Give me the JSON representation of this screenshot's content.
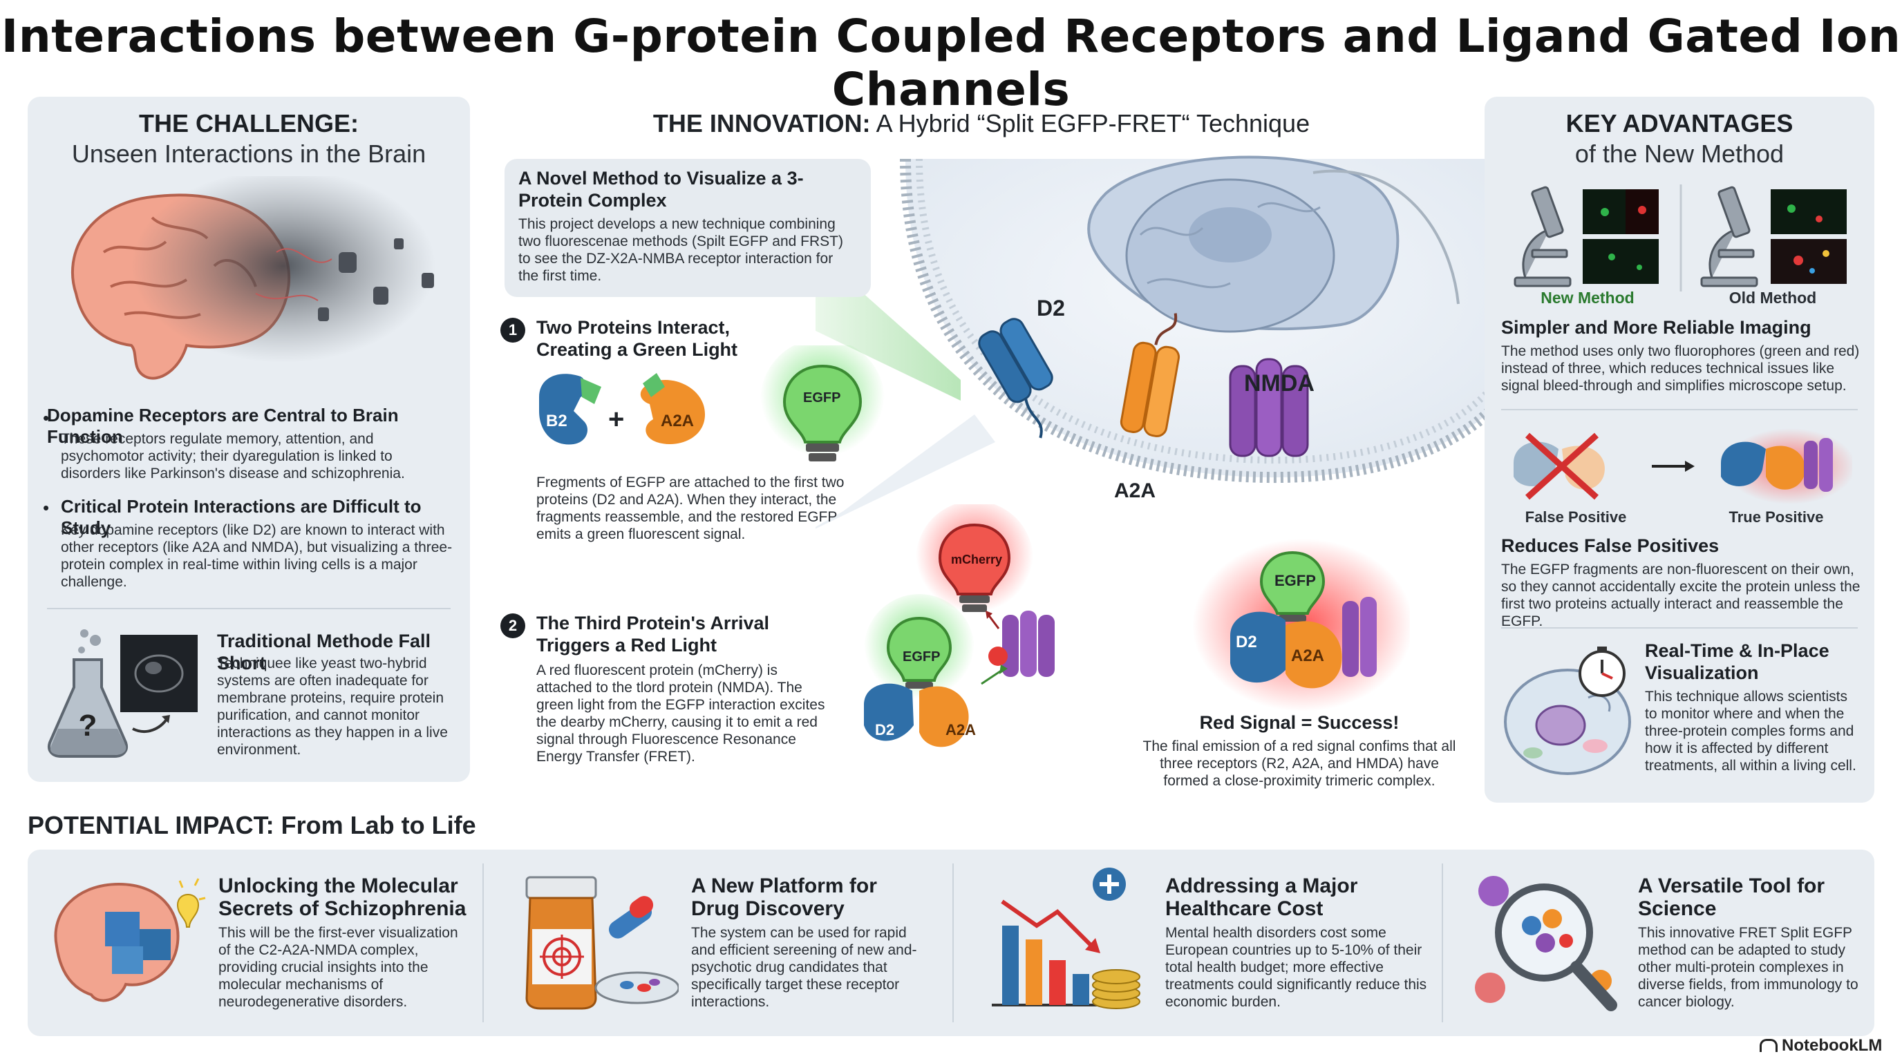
{
  "page_title": "Interactions between G-protein Coupled Receptors and Ligand Gated Ion Channels",
  "challenge": {
    "heading": "THE CHALLENGE:",
    "subheading": "Unseen Interactions in the Brain",
    "bullet1_title": "Dopamine Receptors are Central to Brain Function",
    "bullet1_text": "These receptors regulate memory, attention, and psychomotor activity; their dyaregulation is linked to disorders like Parkinson's disease and schizophrenia.",
    "bullet2_title": "Critical Protein Interactions are Difficult to Study",
    "bullet2_text": "Key dopamine receptors (like D2) are known to interact with other receptors (like A2A and NMDA), but visualizing a three-protein complex in real-time within living cells is a major challenge.",
    "trad_title": "Traditional Methode Fall Short",
    "trad_text": "Techniquee like yeast two-hybrid systems are often inadequate for membrane proteins, require protein purification, and cannot monitor interactions as they happen in a live environment."
  },
  "innovation": {
    "heading_bold": "THE INNOVATION:",
    "heading_rest": " A Hybrid “Split EGFP-FRET“ Technique",
    "novel_title": "A Novel Method to Visualize a 3-Protein Complex",
    "novel_text": "This project develops a new technique combining two fluorescenae methods (Spilt EGFP and FRST) to see the DZ-X2A-NMBA receptor interaction for the first time.",
    "step1_num": "1",
    "step1_title": "Two Proteins Interact, Creating a Green Light",
    "step1_text": "Fregments of EGFP are attached to the first two proteins (D2 and A2A). When they interact, the fragments reassemble, and the restored EGFP emits a green fluorescent signal.",
    "step2_num": "2",
    "step2_title": "The Third Protein's Arrival Triggers a Red Light",
    "step2_text": "A red fluorescent protein (mCherry) is attached to the tlord protein (NMDA). The green light from the EGFP interaction excites the dearby mCherry, causing it to emit a red signal through Fluorescence Resonance Energy Transfer (FRET).",
    "success_title": "Red Signal = Success!",
    "success_text": "The final emission of a red signal confims that all three receptors (R2, A2A, and HMDA) have formed a close-proximity trimeric complex.",
    "label_d2": "D2",
    "label_a2a": "A2A",
    "label_nmda": "NMDA",
    "label_b2": "B2",
    "label_plus": "+",
    "label_egfp": "EGFP",
    "label_mcherry": "mCherry"
  },
  "advantages": {
    "heading": "KEY ADVANTAGES",
    "subheading": "of the New Method",
    "new_method": "New Method",
    "old_method": "Old Method",
    "adv1_title": "Simpler and More Reliable Imaging",
    "adv1_text": "The method uses only two fluorophores (green and red) instead of three, which reduces technical issues like signal bleed-through and simplifies microscope setup.",
    "false_positive": "False Positive",
    "true_positive": "True Positive",
    "adv2_title": "Reduces False Positives",
    "adv2_text": "The EGFP fragments are non-fluorescent on their own, so they cannot accidentally excite the protein unless the first two proteins actually interact and reassemble the EGFP.",
    "adv3_title": "Real-Time & In-Place Visualization",
    "adv3_text": "This technique allows scientists to monitor where and when the three-protein comples forms and how it is affected by different treatments, all within a living cell."
  },
  "impact": {
    "heading": "POTENTIAL IMPACT: From Lab to Life",
    "items": [
      {
        "title": "Unlocking the Molecular Secrets of Schizophrenia",
        "text": "This will be the first-ever visualization of the C2-A2A-NMDA complex, providing crucial insights into the molecular mechanisms of neurodegenerative disorders."
      },
      {
        "title": "A New Platform for Drug Discovery",
        "text": "The system can be used for rapid and efficient sereening of new and-psychotic drug candidates that specifically target these receptor interactions."
      },
      {
        "title": "Addressing a Major Healthcare Cost",
        "text": "Mental health disorders cost some European countries up to 5-10% of their total health budget; more effective treatments could significantly reduce this economic burden."
      },
      {
        "title": "A Versatile Tool for Science",
        "text": "This innovative FRET Split EGFP method can be adapted to study other multi-protein complexes in diverse fields, from immunology to cancer biology."
      }
    ]
  },
  "footer": {
    "brand": "NotebookLM"
  },
  "colors": {
    "panel": "#e8edf2",
    "d2": "#2f6fa8",
    "a2a": "#f0902a",
    "nmda": "#8a4fb0",
    "egfp": "#4caf50",
    "mcherry": "#e53935"
  }
}
